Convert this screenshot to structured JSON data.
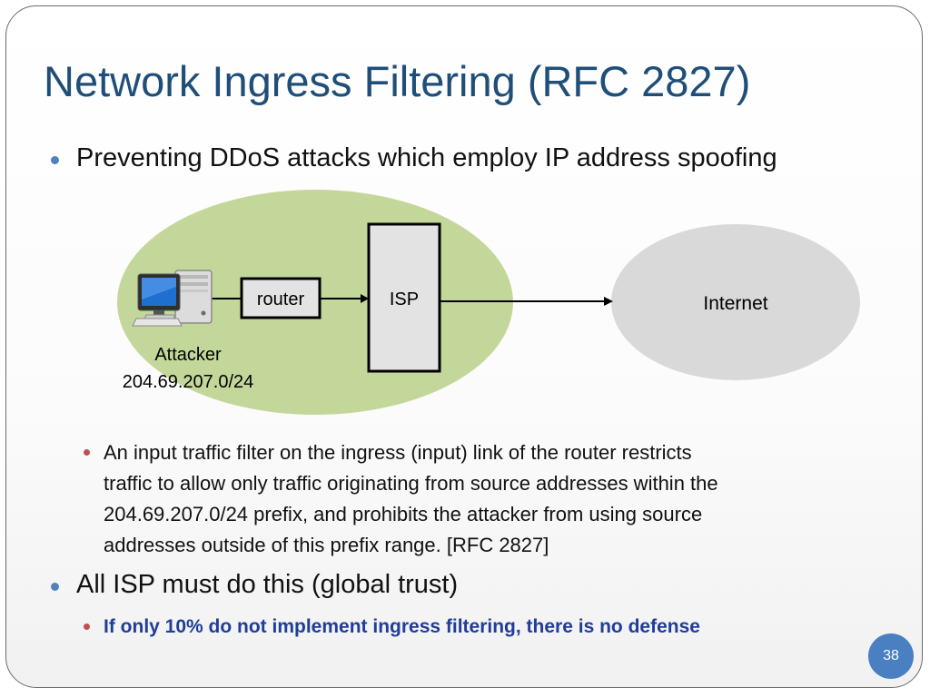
{
  "slide": {
    "title": "Network Ingress Filtering (RFC 2827)",
    "bullet1": "Preventing DDoS attacks which employ IP address spoofing",
    "sub1_lines": [
      "An input traffic filter on the ingress (input) link of the router restricts",
      "traffic to allow only traffic originating from source addresses within the",
      "204.69.207.0/24 prefix, and prohibits the attacker from using source",
      "addresses outside of this prefix range. [RFC 2827]"
    ],
    "bullet2": "All ISP must do this (global trust)",
    "sub2": "If only 10% do not implement ingress filtering, there is no defense",
    "page_number": "38"
  },
  "diagram": {
    "router_label": "router",
    "isp_label": "ISP",
    "internet_label": "Internet",
    "attacker_label": "Attacker",
    "attacker_prefix": "204.69.207.0/24",
    "computer_icon": "desktop-computer-icon",
    "colors": {
      "green_region": "#c4d79b",
      "internet_cloud": "#d9d9d9",
      "box_fill": "#e3e3e3",
      "title": "#1f4e79",
      "bullet_l1": "#4f81bd",
      "bullet_l2": "#c0504d"
    }
  }
}
